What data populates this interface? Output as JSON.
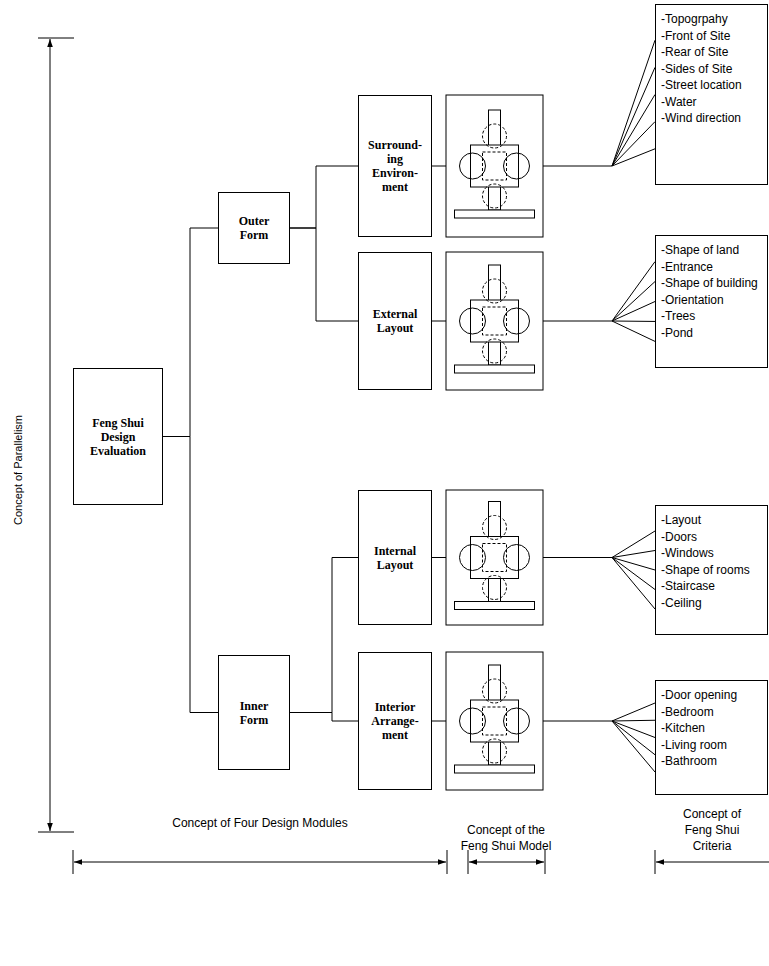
{
  "diagram": {
    "nodes": [
      {
        "text": [
          "Feng Shui Design Evaluation"
        ]
      },
      {
        "text": [
          "Outer Form"
        ]
      },
      {
        "text": [
          "Surround- ing Environ- ment"
        ]
      },
      {
        "text": [
          "-Topogrpahy",
          "-Front of Site",
          "-Rear of Site",
          "-Sides of Site",
          "-Street location",
          "-Water",
          "-Wind direction"
        ]
      },
      {
        "text": [
          "External Layout"
        ]
      },
      {
        "text": [
          "-Shape of land",
          "-Entrance",
          "-Shape of building",
          "-Orientation",
          "-Trees",
          "-Pond"
        ]
      },
      {
        "text": [
          "Inner Form"
        ]
      },
      {
        "text": [
          "Internal Layout"
        ]
      },
      {
        "text": [
          "-Layout",
          "-Doors",
          "-Windows",
          "-Shape of rooms",
          "-Staircase",
          "-Ceiling"
        ]
      },
      {
        "text": [
          "Interior Arrange- ment"
        ]
      },
      {
        "text": [
          "-Door opening",
          "-Bedroom",
          "-Kitchen",
          "-Living room",
          "-Bathroom"
        ]
      }
    ],
    "edges": [
      {
        "from": 0,
        "to": 1,
        "arrow": "none"
      },
      {
        "from": 0,
        "to": 6,
        "arrow": "none"
      },
      {
        "from": 1,
        "to": 2,
        "arrow": "none"
      },
      {
        "from": 1,
        "to": 4,
        "arrow": "none"
      },
      {
        "from": 6,
        "to": 7,
        "arrow": "none"
      },
      {
        "from": 6,
        "to": 9,
        "arrow": "none"
      },
      {
        "from": 2,
        "to": 3,
        "arrow": "none"
      },
      {
        "from": 4,
        "to": 5,
        "arrow": "none"
      },
      {
        "from": 7,
        "to": 8,
        "arrow": "none"
      },
      {
        "from": 9,
        "to": 10,
        "arrow": "none"
      }
    ],
    "labels": [
      "Concept of Parallelism",
      "Concept of Four Design Modules",
      "Concept of the Feng Shui Model",
      "Concept of Feng Shui Criteria"
    ]
  }
}
